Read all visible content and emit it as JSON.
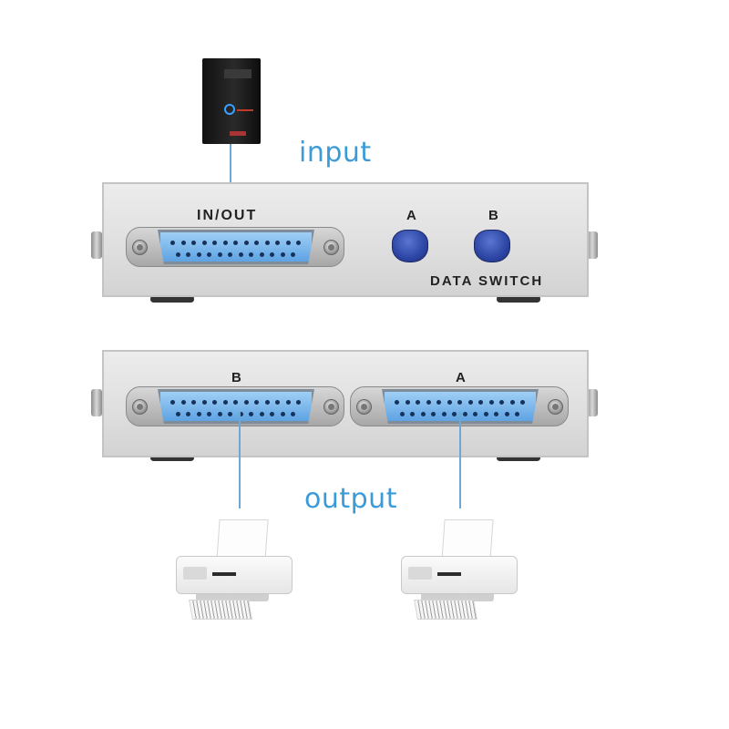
{
  "captions": {
    "input": "input",
    "output": "output"
  },
  "top_unit": {
    "port_label": "IN/OUT",
    "button_a_label": "A",
    "button_b_label": "B",
    "brand_text": "DATA SWITCH"
  },
  "bottom_unit": {
    "port_b_label": "B",
    "port_a_label": "A"
  },
  "devices": {
    "computer_icon": "desktop-tower-icon",
    "printer_icon": "inkjet-printer-icon"
  },
  "colors": {
    "caption": "#3a9bd8",
    "wire": "#6aa9d6",
    "connector": "#6fb0ea",
    "button": "#2d46a6"
  }
}
